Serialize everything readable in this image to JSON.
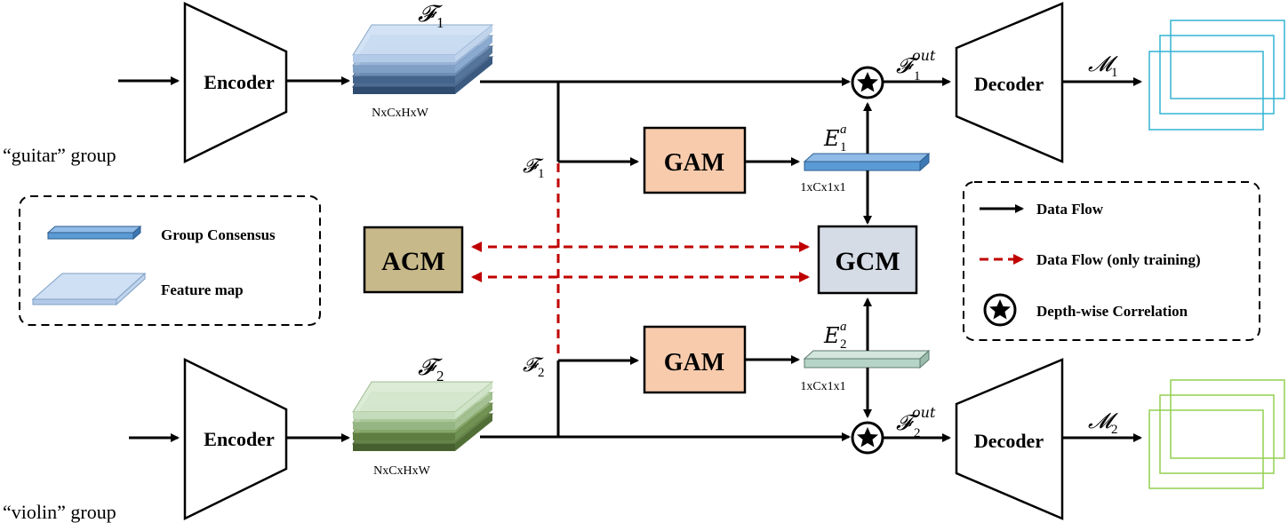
{
  "groups": {
    "top": "“guitar” group",
    "bottom": "“violin” group"
  },
  "modules": {
    "encoder": "Encoder",
    "decoder": "Decoder",
    "gam": "GAM",
    "acm": "ACM",
    "gcm": "GCM"
  },
  "labels": {
    "F1_sym": "𝓕",
    "F1_sub": "1",
    "F2_sym": "𝓕",
    "F2_sub": "2",
    "feat_dims": "NxCxHxW",
    "vec_dims": "1xCx1x1",
    "E_sym": "E",
    "E_sup": "a",
    "E1_sub": "1",
    "E2_sub": "2",
    "Fout_sup": "out",
    "M_sym": "𝓜",
    "M1_sub": "1",
    "M2_sub": "2"
  },
  "legend_left": {
    "consensus": "Group Consensus",
    "feature": "Feature map"
  },
  "legend_right": {
    "data_flow": "Data Flow",
    "data_flow_training": "Data Flow (only training)",
    "correlation": "Depth-wise Correlation"
  },
  "colors": {
    "encoder_fill": "#ffffff",
    "gam_fill": "#f8cbad",
    "acm_fill": "#c8b98a",
    "gcm_fill": "#d6dce5",
    "blue_vector": "#5b9bd5",
    "green_vector": "#b7d4c8",
    "dashed_red": "#c00000",
    "mask_blue": "#32b4d4",
    "mask_green": "#92d050",
    "feat_blue_dark": "#44648c",
    "feat_blue_light": "#cfe0f4",
    "feat_green_dark": "#5e7e40",
    "feat_green_light": "#d9ead3"
  }
}
